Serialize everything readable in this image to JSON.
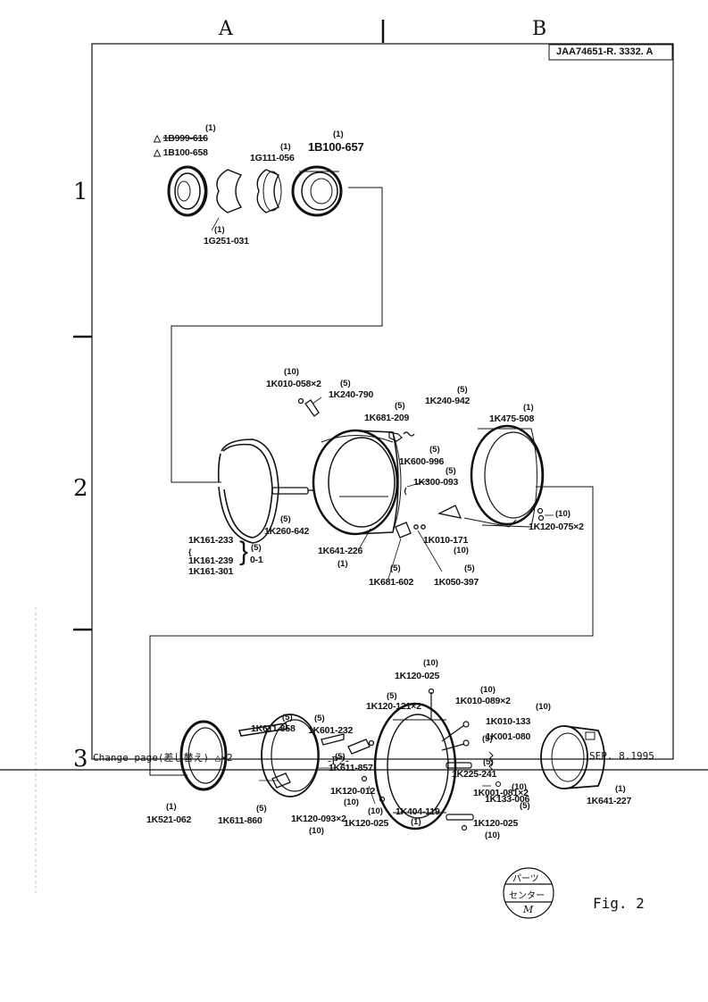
{
  "header": {
    "col_a": "A",
    "col_b": "B",
    "doc_number": "JAA74651-R. 3332. A"
  },
  "rows": [
    "1",
    "2",
    "3"
  ],
  "parts": {
    "p1": [
      {
        "qty": "(1)",
        "part": "1B999-616",
        "mark": "△",
        "deleted": true
      },
      {
        "qty": "",
        "part": "1B100-658",
        "mark": "△",
        "deleted": false
      },
      {
        "qty": "(1)",
        "part": "1G111-056"
      },
      {
        "qty": "(1)",
        "part": "1B100-657"
      },
      {
        "qty": "(1)",
        "part": "1G251-031"
      }
    ],
    "p2": [
      {
        "qty": "(10)",
        "part": "1K010-058×2"
      },
      {
        "qty": "(5)",
        "part": "1K240-790"
      },
      {
        "qty": "(5)",
        "part": "1K681-209"
      },
      {
        "qty": "(5)",
        "part": "1K240-942"
      },
      {
        "qty": "(1)",
        "part": "1K475-508"
      },
      {
        "qty": "(5)",
        "part": "1K600-996"
      },
      {
        "qty": "(5)",
        "part": "1K300-093"
      },
      {
        "qty": "(10)",
        "part": "1K120-075×2"
      },
      {
        "qty": "(5)",
        "part": "1K260-642"
      },
      {
        "qty": "(1)",
        "part": "1K641-226"
      },
      {
        "qty": "(10)",
        "part": "1K010-171"
      },
      {
        "qty": "(5)",
        "part": "1K681-602"
      },
      {
        "qty": "(5)",
        "part": "1K050-397"
      }
    ],
    "p2_group": {
      "items": [
        "1K161-233",
        "1K161-239",
        "1K161-301"
      ],
      "qty": "(5)",
      "suffix": "0-1",
      "tilde": "{"
    },
    "p3": [
      {
        "qty": "(10)",
        "part": "1K120-025"
      },
      {
        "qty": "(5)",
        "part": "1K120-121×2"
      },
      {
        "qty": "(10)",
        "part": "1K010-089×2"
      },
      {
        "qty": "(10)",
        "part": "1K010-133"
      },
      {
        "qty": "",
        "part": "1K001-080"
      },
      {
        "qty": "(5)",
        "part": "1K611-858"
      },
      {
        "qty": "(5)",
        "part": "1K601-232"
      },
      {
        "qty": "(5)",
        "part": "1K611-857"
      },
      {
        "qty": "(5)",
        "part": "1K225-241"
      },
      {
        "qty": "(5)",
        "part": ""
      },
      {
        "qty": "(10)",
        "part": "1K120-012"
      },
      {
        "qty": "(10)",
        "part": "1K133-006"
      },
      {
        "qty": "(1)",
        "part": "1K521-062"
      },
      {
        "qty": "(5)",
        "part": "1K611-860"
      },
      {
        "qty": "(10)",
        "part": "1K120-093×2"
      },
      {
        "qty": "(10)",
        "part": "1K120-025"
      },
      {
        "qty": "(1)",
        "part": "1K404-119"
      },
      {
        "qty": "(10)",
        "part": "1K120-025"
      },
      {
        "qty": "(5)",
        "part": "1K001-081×2"
      },
      {
        "qty": "(1)",
        "part": "1K641-227"
      }
    ]
  },
  "stamp": {
    "line1": "パーツ",
    "line2": "センター",
    "line3": "M"
  },
  "fig_label": "Fig. 2",
  "footer": {
    "change": "Change page(差し替え) △×2",
    "page": "-P2-",
    "date": "SEP. 8.1995"
  }
}
